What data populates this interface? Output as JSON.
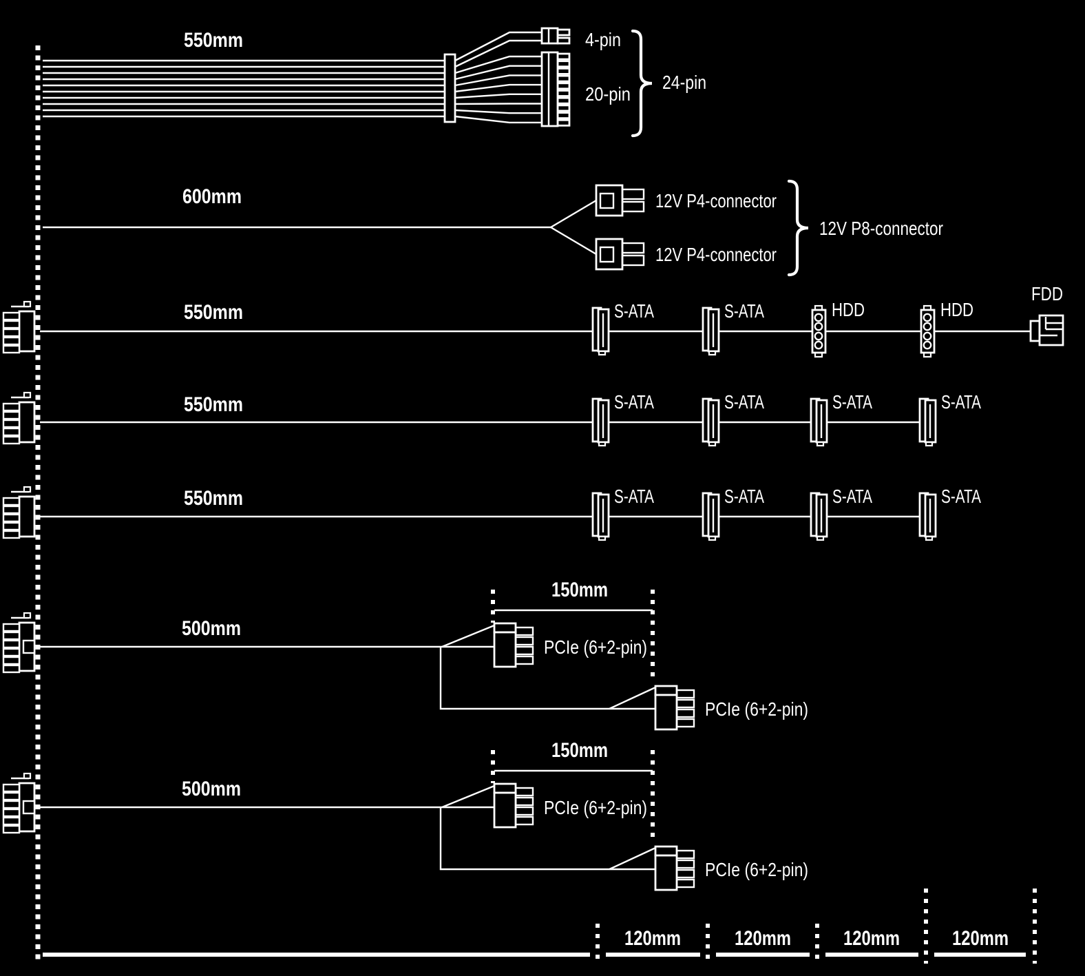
{
  "psu_cable_diagram": {
    "colors": {
      "background": "#000000",
      "line": "#ffffff"
    },
    "cables": [
      {
        "length": "550mm",
        "connectors": [
          "4-pin",
          "20-pin"
        ],
        "bundle": "24-pin"
      },
      {
        "length": "600mm",
        "connectors": [
          "12V P4-connector",
          "12V P4-connector"
        ],
        "bundle": "12V P8-connector"
      },
      {
        "length": "550mm",
        "connectors": [
          "S-ATA",
          "S-ATA",
          "HDD",
          "HDD",
          "FDD"
        ]
      },
      {
        "length": "550mm",
        "connectors": [
          "S-ATA",
          "S-ATA",
          "S-ATA",
          "S-ATA"
        ]
      },
      {
        "length": "550mm",
        "connectors": [
          "S-ATA",
          "S-ATA",
          "S-ATA",
          "S-ATA"
        ]
      },
      {
        "length": "500mm",
        "connector_spacing": "150mm",
        "connectors": [
          "PCIe (6+2-pin)",
          "PCIe (6+2-pin)"
        ]
      },
      {
        "length": "500mm",
        "connector_spacing": "150mm",
        "connectors": [
          "PCIe (6+2-pin)",
          "PCIe (6+2-pin)"
        ]
      }
    ],
    "connector_pitch_labels": [
      "120mm",
      "120mm",
      "120mm",
      "120mm"
    ]
  }
}
